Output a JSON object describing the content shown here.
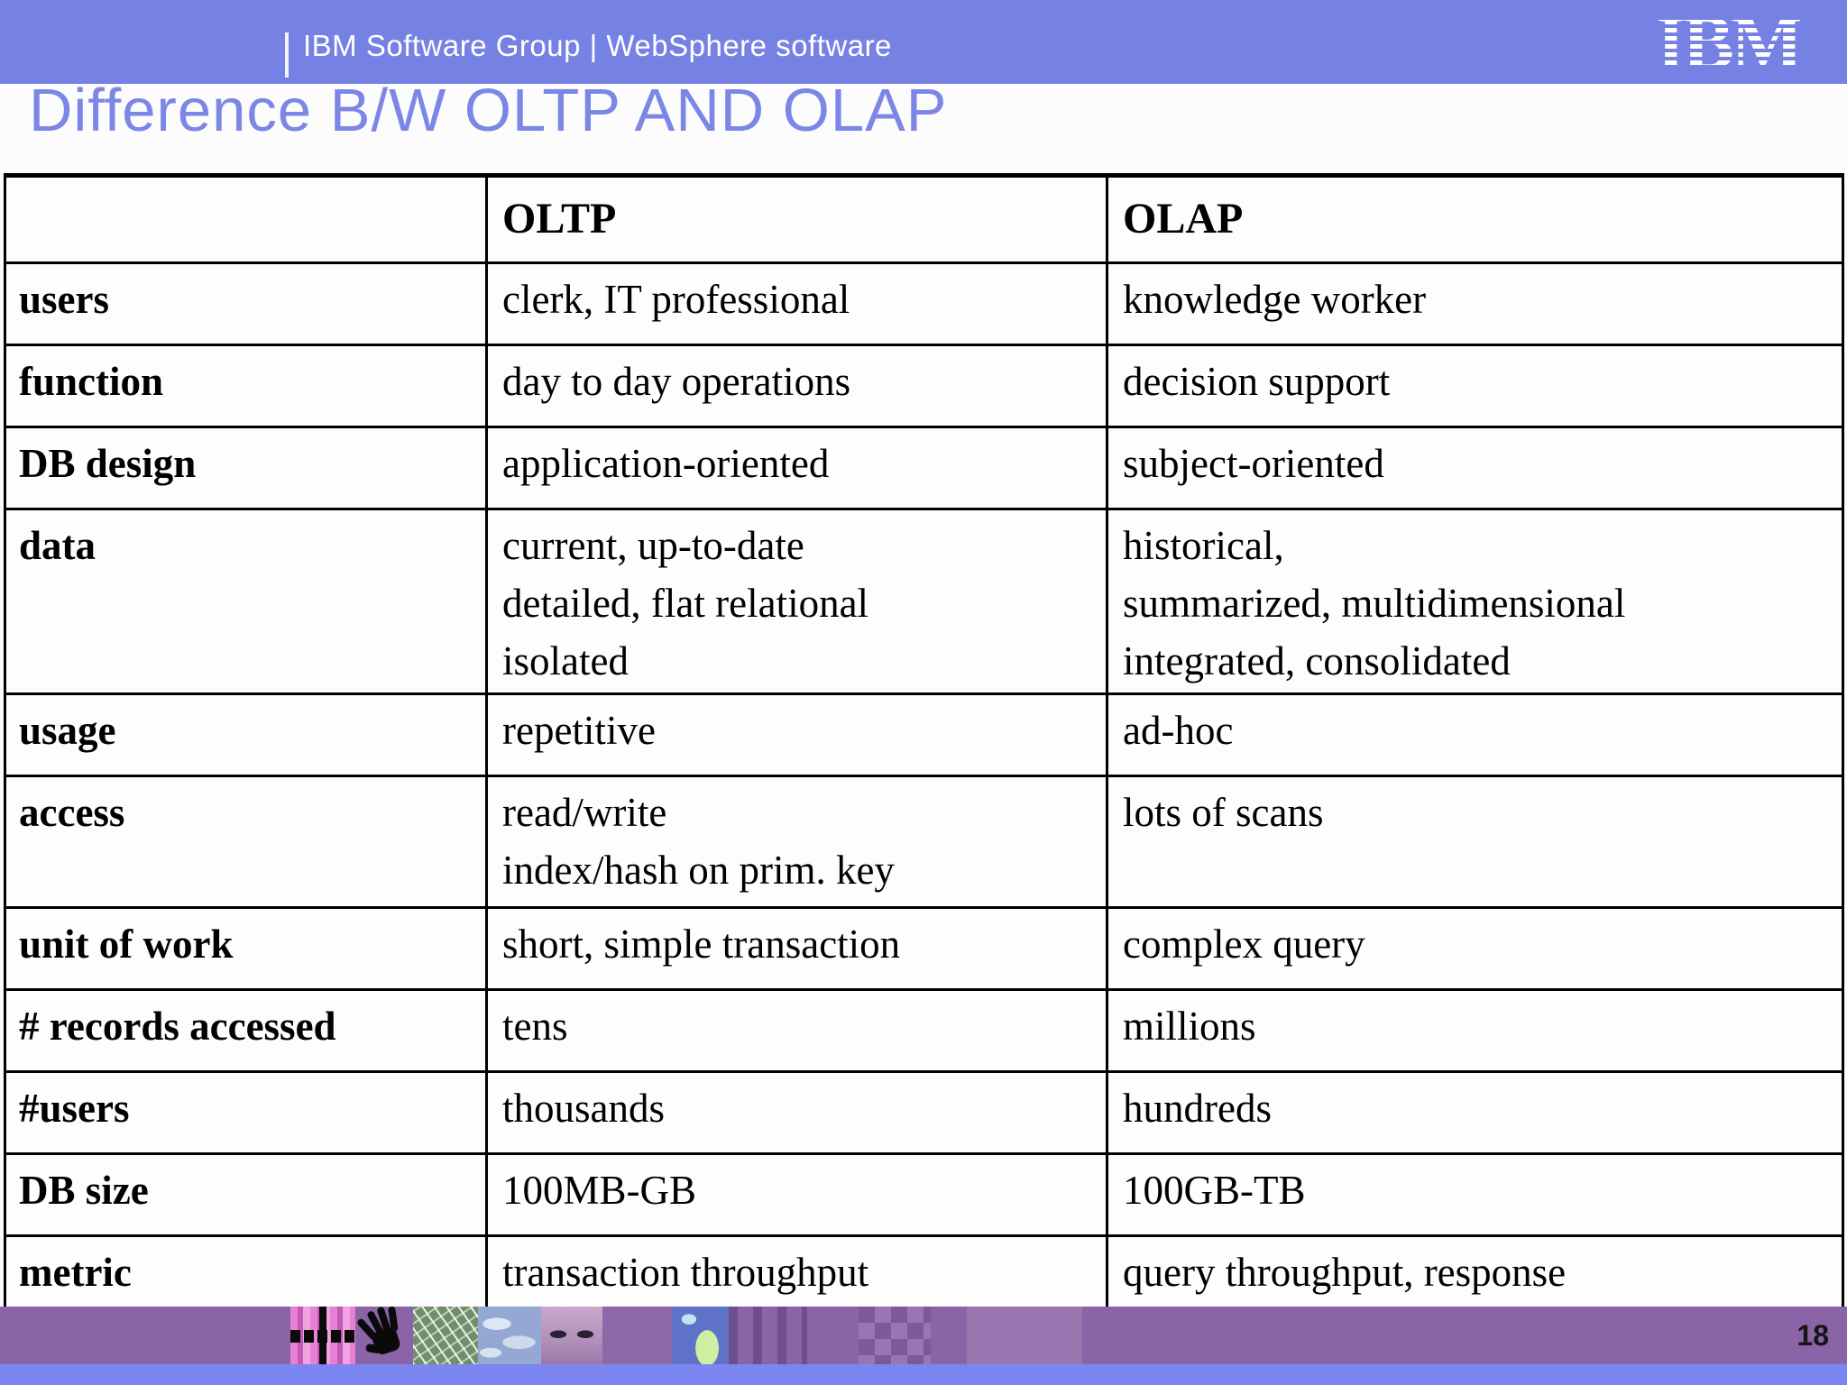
{
  "header": {
    "brand_text": "IBM Software Group | WebSphere software",
    "logo_text": "IBM"
  },
  "title": "Difference B/W OLTP AND OLAP",
  "table": {
    "columns": [
      "",
      "OLTP",
      "OLAP"
    ],
    "rows": [
      {
        "label": "users",
        "oltp": "clerk, IT professional",
        "olap": "knowledge worker"
      },
      {
        "label": "function",
        "oltp": "day to day operations",
        "olap": "decision support"
      },
      {
        "label": "DB design",
        "oltp": "application-oriented",
        "olap": "subject-oriented"
      },
      {
        "label": "data",
        "oltp": "current, up-to-date\ndetailed, flat relational\nisolated",
        "olap": "historical,\nsummarized, multidimensional\nintegrated, consolidated"
      },
      {
        "label": "usage",
        "oltp": "repetitive",
        "olap": "ad-hoc"
      },
      {
        "label": "access",
        "oltp": "read/write\nindex/hash on prim. key",
        "olap": "lots of scans"
      },
      {
        "label": "unit of work",
        "oltp": "short, simple transaction",
        "olap": "complex query"
      },
      {
        "label": "# records accessed",
        "oltp": "tens",
        "olap": "millions"
      },
      {
        "label": "#users",
        "oltp": "thousands",
        "olap": "hundreds"
      },
      {
        "label": "DB size",
        "oltp": "100MB-GB",
        "olap": "100GB-TB"
      },
      {
        "label": "metric",
        "oltp": "transaction throughput",
        "olap": "query throughput, response"
      }
    ]
  },
  "footer": {
    "page_number": "18"
  },
  "colors": {
    "header_bar": "#7681e4",
    "title_color": "#7b86e6",
    "slide_bg": "#fcfcfc",
    "footer_purple": "#8a64a6",
    "bottom_band": "#7b86f0"
  }
}
